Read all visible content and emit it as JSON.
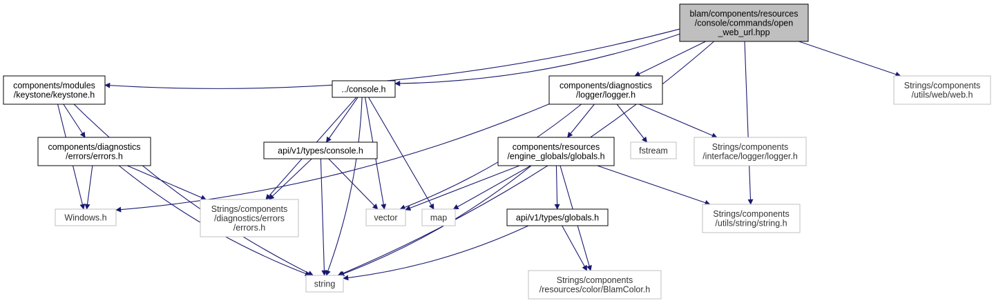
{
  "colors": {
    "edge": "#191970",
    "root_fill": "#bfbfbf",
    "node_border": "#000000",
    "external_border": "#bfbfbf",
    "background": "#ffffff"
  },
  "nodes": [
    {
      "id": "root",
      "kind": "root",
      "lines": [
        "blam/components/resources",
        "/console/commands/open",
        "_web_url.hpp"
      ]
    },
    {
      "id": "keystone",
      "kind": "internal",
      "lines": [
        "components/modules",
        "/keystone/keystone.h"
      ]
    },
    {
      "id": "console",
      "kind": "internal",
      "lines": [
        "../console.h"
      ]
    },
    {
      "id": "logger",
      "kind": "internal",
      "lines": [
        "components/diagnostics",
        "/logger/logger.h"
      ]
    },
    {
      "id": "web",
      "kind": "external",
      "lines": [
        "Strings/components",
        "/utils/web/web.h"
      ]
    },
    {
      "id": "errors",
      "kind": "internal",
      "lines": [
        "components/diagnostics",
        "/errors/errors.h"
      ]
    },
    {
      "id": "apiconsole",
      "kind": "internal",
      "lines": [
        "api/v1/types/console.h"
      ]
    },
    {
      "id": "globals",
      "kind": "internal",
      "lines": [
        "components/resources",
        "/engine_globals/globals.h"
      ]
    },
    {
      "id": "fstream",
      "kind": "external",
      "lines": [
        "fstream"
      ]
    },
    {
      "id": "ilogger",
      "kind": "external",
      "lines": [
        "Strings/components",
        "/interface/logger/logger.h"
      ]
    },
    {
      "id": "windows",
      "kind": "external",
      "lines": [
        "Windows.h"
      ]
    },
    {
      "id": "serrors",
      "kind": "external",
      "lines": [
        "Strings/components",
        "/diagnostics/errors",
        "/errors.h"
      ]
    },
    {
      "id": "vector",
      "kind": "external",
      "lines": [
        "vector"
      ]
    },
    {
      "id": "map",
      "kind": "external",
      "lines": [
        "map"
      ]
    },
    {
      "id": "apiglobals",
      "kind": "internal",
      "lines": [
        "api/v1/types/globals.h"
      ]
    },
    {
      "id": "sstring",
      "kind": "external",
      "lines": [
        "Strings/components",
        "/utils/string/string.h"
      ]
    },
    {
      "id": "string",
      "kind": "external",
      "lines": [
        "string"
      ]
    },
    {
      "id": "blamcolor",
      "kind": "external",
      "lines": [
        "Strings/components",
        "/resources/color/BlamColor.h"
      ]
    }
  ],
  "edges": [
    [
      "root",
      "keystone"
    ],
    [
      "root",
      "console"
    ],
    [
      "root",
      "logger"
    ],
    [
      "root",
      "web"
    ],
    [
      "root",
      "sstring"
    ],
    [
      "root",
      "string"
    ],
    [
      "keystone",
      "errors"
    ],
    [
      "keystone",
      "windows"
    ],
    [
      "keystone",
      "string"
    ],
    [
      "console",
      "apiconsole"
    ],
    [
      "console",
      "serrors"
    ],
    [
      "console",
      "vector"
    ],
    [
      "console",
      "map"
    ],
    [
      "console",
      "string"
    ],
    [
      "logger",
      "windows"
    ],
    [
      "logger",
      "vector"
    ],
    [
      "logger",
      "globals"
    ],
    [
      "logger",
      "fstream"
    ],
    [
      "logger",
      "ilogger"
    ],
    [
      "errors",
      "windows"
    ],
    [
      "errors",
      "serrors"
    ],
    [
      "errors",
      "string"
    ],
    [
      "apiconsole",
      "serrors"
    ],
    [
      "apiconsole",
      "vector"
    ],
    [
      "apiconsole",
      "string"
    ],
    [
      "globals",
      "vector"
    ],
    [
      "globals",
      "map"
    ],
    [
      "globals",
      "apiglobals"
    ],
    [
      "globals",
      "sstring"
    ],
    [
      "globals",
      "blamcolor"
    ],
    [
      "globals",
      "string"
    ],
    [
      "apiglobals",
      "string"
    ],
    [
      "apiglobals",
      "blamcolor"
    ]
  ]
}
